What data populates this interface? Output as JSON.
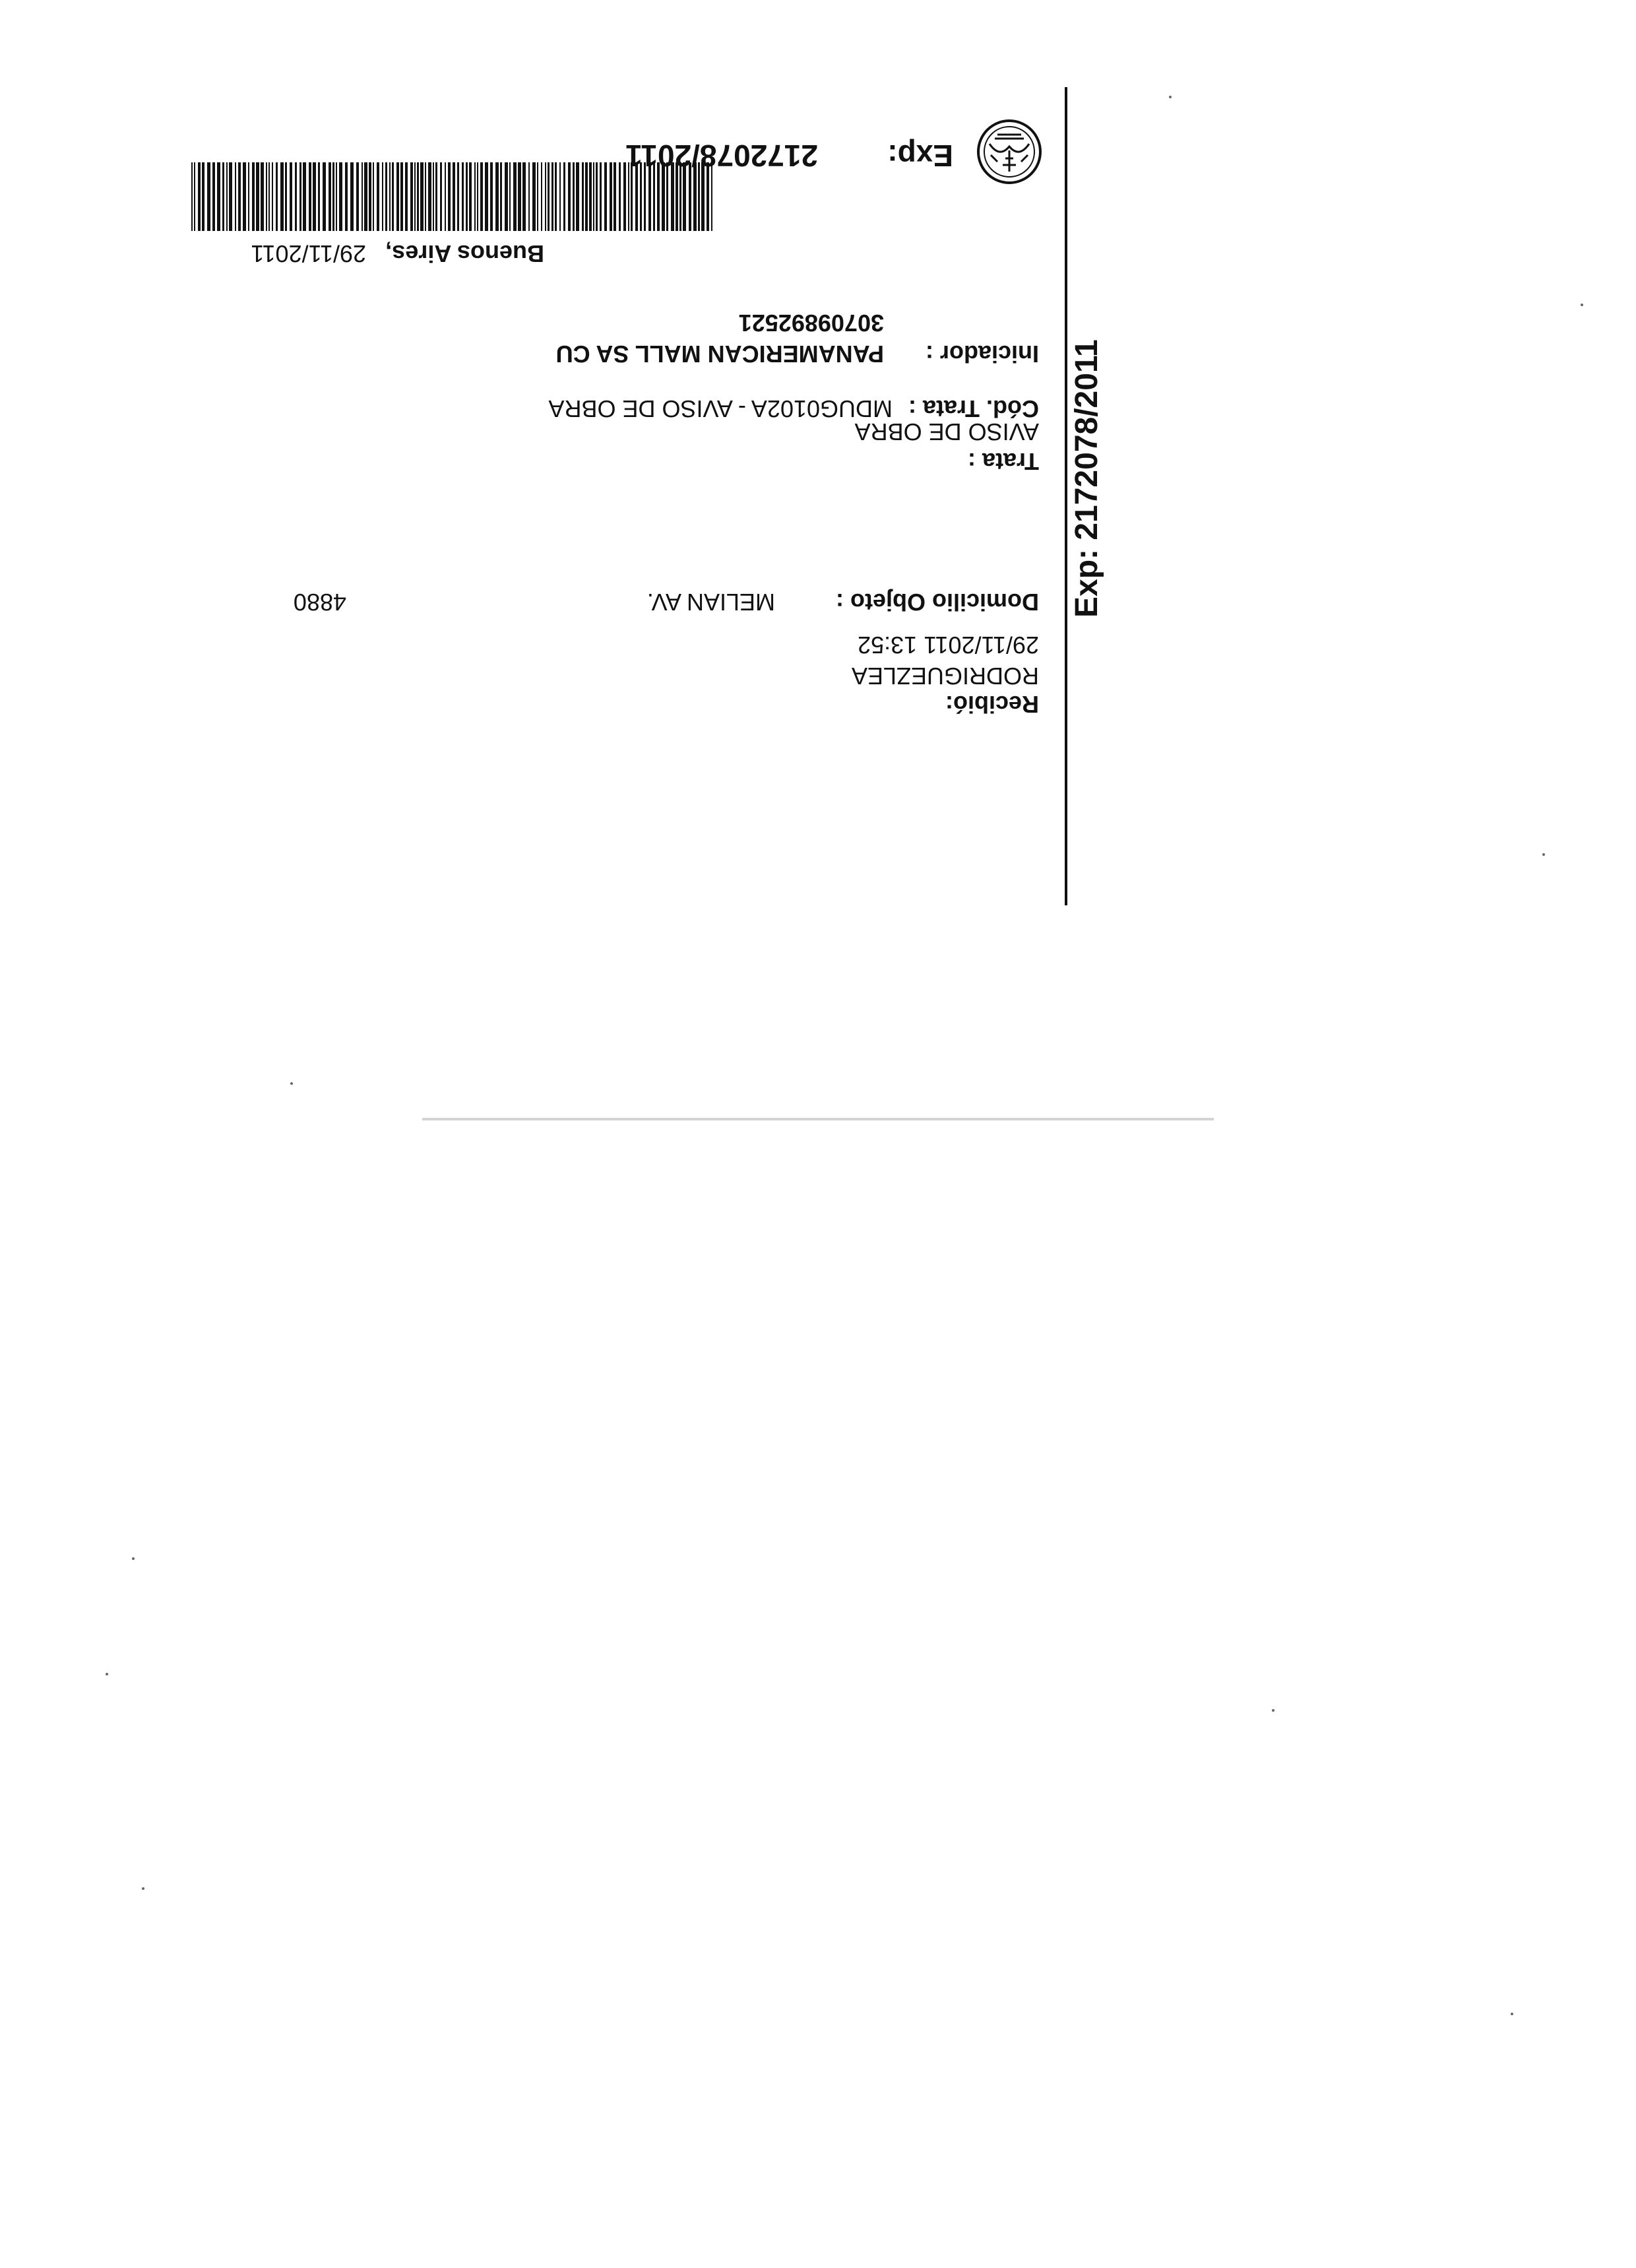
{
  "doc": {
    "exp_label": "Exp:",
    "exp_number": "2172078/2011",
    "side_label": "Exp: 2172078/2011",
    "city": "Buenos Aires,",
    "date": "29/11/2011",
    "iniciador_label": "Iniciador :",
    "iniciador_name": "PANAMERICAN MALL SA CU",
    "iniciador_id": "30709892521",
    "cod_trata_label": "Cód. Trata :",
    "cod_trata_value": "MDUG0102A - AVISO DE OBRA",
    "trata_label": "Trata :",
    "trata_value": "AVISO DE OBRA",
    "domicilio_label": "Domicilio Objeto :",
    "domicilio_street": "MELIAN AV.",
    "domicilio_number": "4880",
    "recibio_label": "Recibió:",
    "recibio_name": "RODRIGUEZLEA",
    "recibio_datetime": "29/11/2011 13:52"
  },
  "colors": {
    "ink": "#111111",
    "paper": "#ffffff",
    "fold": "#c9c9c9"
  },
  "icons": {
    "emblem": "city-seal-emblem",
    "barcode": "barcode"
  }
}
